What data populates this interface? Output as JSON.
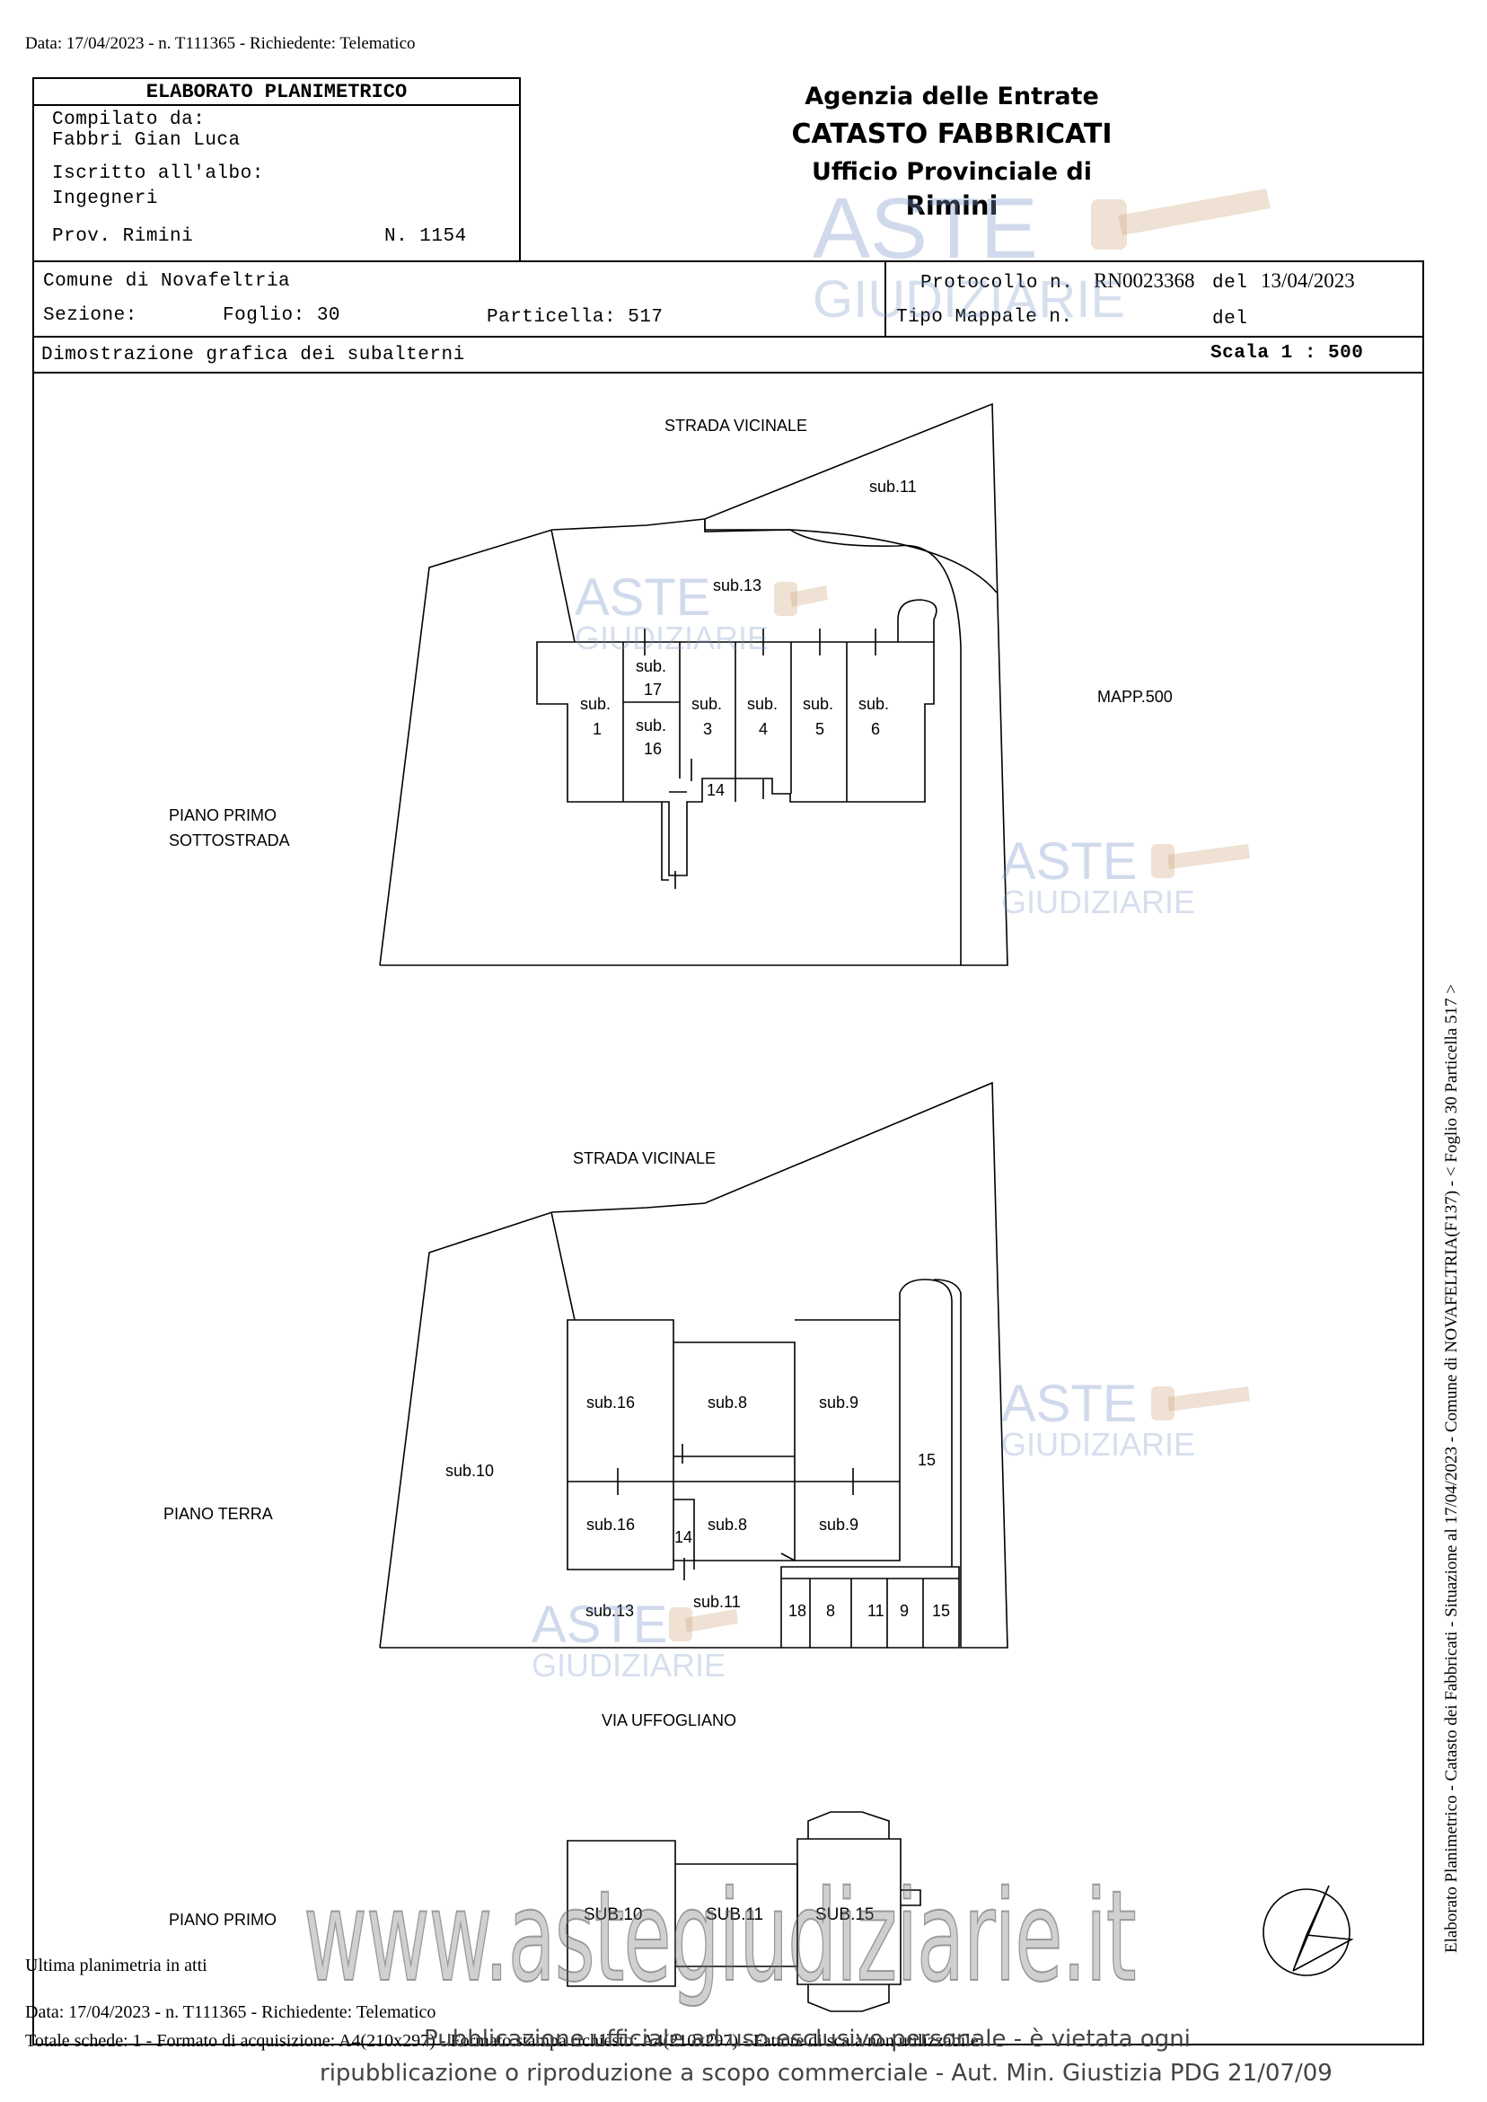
{
  "top_meta": "Data: 17/04/2023 - n. T111365 - Richiedente: Telematico",
  "elaborato": {
    "title": "ELABORATO PLANIMETRICO",
    "compilato_label": "Compilato da:",
    "compilato_name": "Fabbri Gian Luca",
    "iscritto_label": "Iscritto all'albo:",
    "iscritto_value": "Ingegneri",
    "prov": "Prov. Rimini",
    "numero": "N. 1154"
  },
  "agency": {
    "line1": "Agenzia delle Entrate",
    "line2": "CATASTO FABBRICATI",
    "line3": "Ufficio Provinciale di",
    "line4": "Rimini"
  },
  "info": {
    "comune": "Comune di Novafeltria",
    "sezione": "Sezione:",
    "foglio": "Foglio: 30",
    "particella": "Particella: 517",
    "protocollo_label": "Protocollo n.",
    "protocollo_value": "RN0023368",
    "del_label": "del",
    "protocollo_date": "13/04/2023",
    "tipo_mappale": "Tipo Mappale n.",
    "del2": "del",
    "dimostrazione": "Dimostrazione grafica dei subalterni",
    "scala": "Scala 1 : 500"
  },
  "plan1": {
    "road": "STRADA VICINALE",
    "floor_label_1": "PIANO PRIMO",
    "floor_label_2": "SOTTOSTRADA",
    "mapp": "MAPP.500",
    "labels": {
      "sub11": "sub.11",
      "sub13": "sub.13",
      "sub17a": "sub.",
      "sub17b": "17",
      "sub16a": "sub.",
      "sub16b": "16",
      "sub1a": "sub.",
      "sub1b": "1",
      "sub3a": "sub.",
      "sub3b": "3",
      "sub4a": "sub.",
      "sub4b": "4",
      "sub5a": "sub.",
      "sub5b": "5",
      "sub6a": "sub.",
      "sub6b": "6",
      "n14": "14"
    }
  },
  "plan2": {
    "road": "STRADA VICINALE",
    "floor_label": "PIANO TERRA",
    "street": "VIA UFFOGLIANO",
    "labels": {
      "sub10": "sub.10",
      "sub16a": "sub.16",
      "sub8a": "sub.8",
      "sub9a": "sub.9",
      "n15": "15",
      "sub16b": "sub.16",
      "n14": "14",
      "sub8b": "sub.8",
      "sub9b": "sub.9",
      "sub13": "sub.13",
      "sub11": "sub.11",
      "g18": "18",
      "g8": "8",
      "g11": "11",
      "g9": "9",
      "g15": "15"
    }
  },
  "plan3": {
    "floor_label": "PIANO PRIMO",
    "labels": {
      "sub10": "SUB.10",
      "sub11": "SUB.11",
      "sub15": "SUB.15"
    }
  },
  "watermark": {
    "brand_top": "ASTE",
    "brand_bottom": "GIUDIZIARIE",
    "site": "www.astegiudiziarie.it"
  },
  "side_text": "Elaborato Planimetrico - Catasto dei Fabbricati - Situazione al 17/04/2023 - Comune di NOVAFELTRIA(F137) - < Foglio 30 Particella 517 >",
  "footer": {
    "ultima": "Ultima planimetria in atti",
    "data": "Data: 17/04/2023 - n. T111365 - Richiedente: Telematico",
    "totale": "Totale schede: 1 - Formato di acquisizione: A4(210x297) - Formato stampa richiesto: A4(210x297) - Fattore di scala non utilizzabile",
    "pub_line1": "Pubblicazione ufficiale ad uso esclusivo personale - è vietata ogni",
    "pub_line2": "ripubblicazione o riproduzione a scopo commerciale - Aut. Min. Giustizia PDG 21/07/09"
  }
}
